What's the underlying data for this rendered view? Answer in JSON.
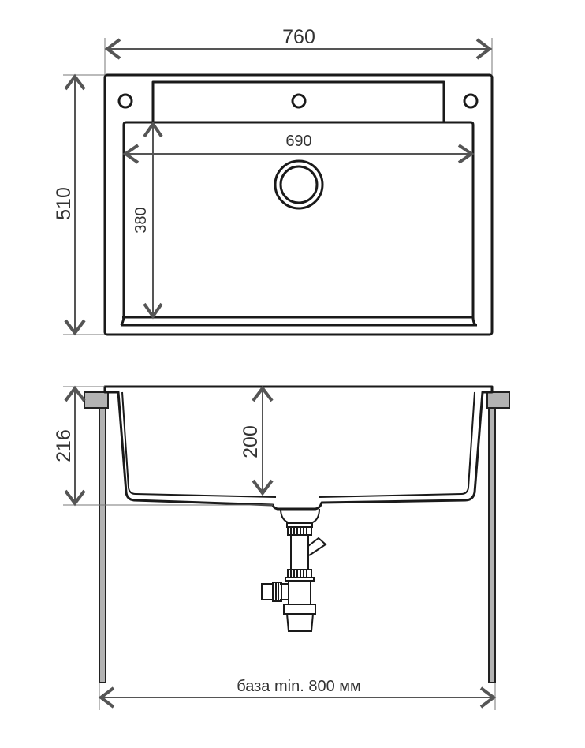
{
  "top_view": {
    "overall_width": "760",
    "overall_depth": "510",
    "bowl_width": "690",
    "bowl_depth": "380"
  },
  "side_view": {
    "overall_height": "216",
    "bowl_depth": "200",
    "cabinet_base": "база min. 800 мм"
  },
  "colors": {
    "line": "#1a1a1a",
    "dimension": "#555555",
    "countertop": "#b3b3b3"
  }
}
